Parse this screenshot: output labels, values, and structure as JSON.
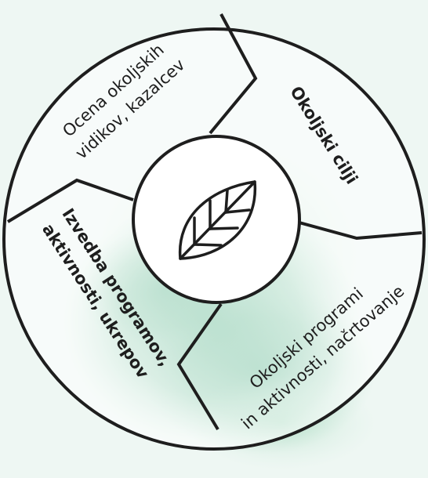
{
  "segments": [
    {
      "id": "top-left",
      "lines": [
        "Ocena okoljskih",
        "vidikov, kazalcev"
      ]
    },
    {
      "id": "top-right",
      "lines": [
        "Okoljski cilji"
      ]
    },
    {
      "id": "bottom-right",
      "lines": [
        "Okoljski programi",
        "in aktivnosti, načrtovanje"
      ]
    },
    {
      "id": "bottom-left",
      "lines": [
        "Izvedba programov,",
        "aktivnosti, ukrepov"
      ]
    }
  ],
  "colors": {
    "background": "#eef7f3",
    "outline": "#1e1e1e",
    "watercolor": "#4caf86"
  },
  "center_icon": "leaf-icon"
}
